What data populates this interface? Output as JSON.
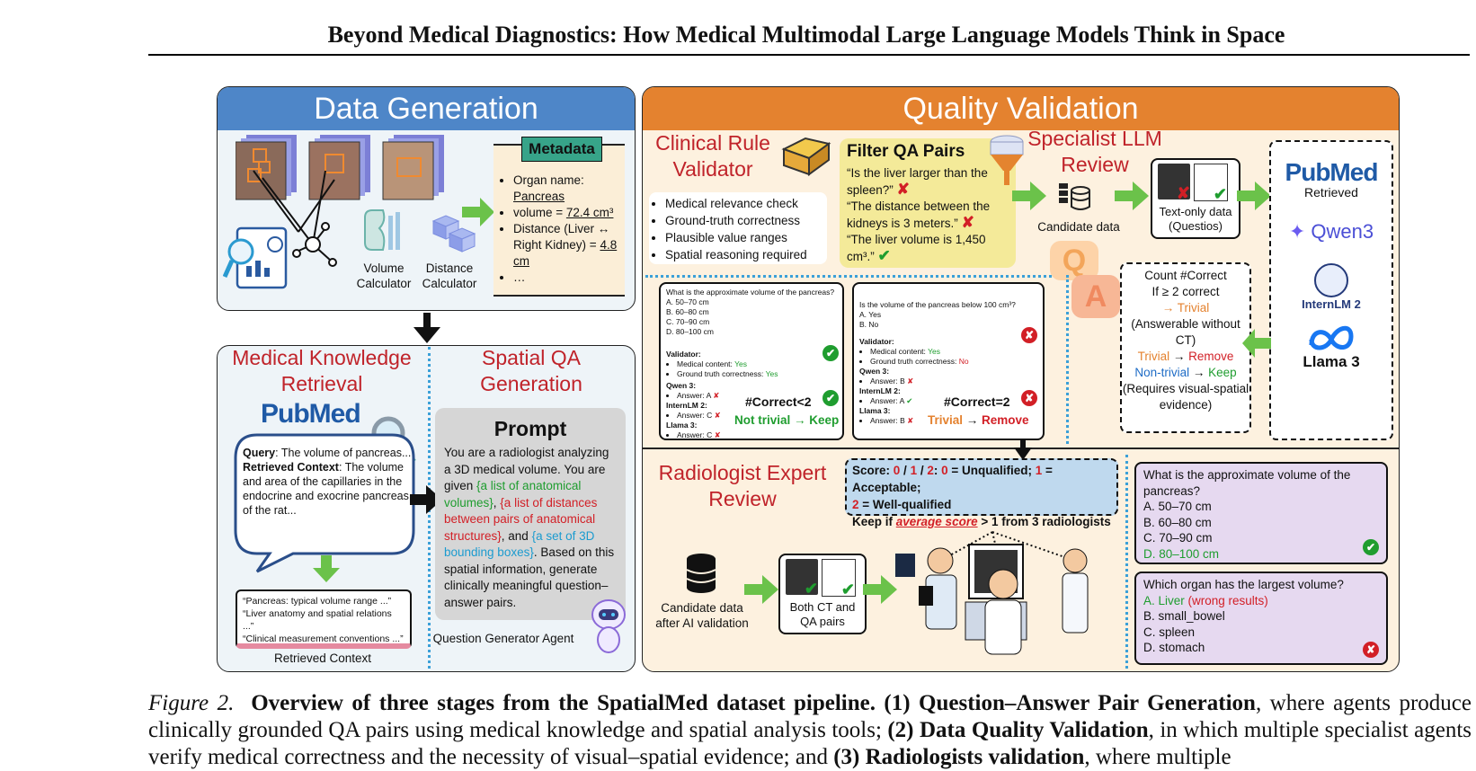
{
  "header": {
    "title": "Beyond Medical Diagnostics: How Medical Multimodal Large Language Models Think in Space"
  },
  "data_generation": {
    "title": "Data Generation",
    "metadata_tag": "Metadata",
    "metadata_items": [
      {
        "pre": "Organ name: ",
        "u": "Pancreas",
        "post": ""
      },
      {
        "pre": "volume = ",
        "u": "72.4 cm³",
        "post": ""
      },
      {
        "pre": "Distance (Liver ↔ Right Kidney) = ",
        "u": "4.8 cm",
        "post": ""
      },
      {
        "pre": "…",
        "u": "",
        "post": ""
      }
    ],
    "volume_calc_label": "Volume Calculator",
    "distance_calc_label": "Distance Calculator"
  },
  "medical_knowledge": {
    "title": "Medical Knowledge Retrieval",
    "pubmed": "PubMed",
    "query_label": "Query",
    "query_text": ": The volume of pancreas...",
    "context_label": "Retrieved Context",
    "context_text": ": The volume and area of the capillaries in the endocrine and exocrine pancreas of the rat...",
    "retrieved_lines": [
      "“Pancreas: typical volume range ...”",
      "“Liver anatomy and spatial relations ...”",
      "“Clinical measurement conventions ...”"
    ],
    "retrieved_label": "Retrieved Context"
  },
  "spatial_qa": {
    "title": "Spatial QA Generation",
    "prompt_title": "Prompt",
    "prompt_parts": {
      "p1": "You are a radiologist analyzing a 3D medical volume. You are given ",
      "g": "{a list of anatomical volumes}",
      "c1": ", ",
      "r": "{a list of distances between pairs of anatomical structures}",
      "c2": ", and ",
      "b": "{a set of 3D bounding boxes}",
      "p2": ". Based on this spatial information, generate clinically meaningful question–answer pairs."
    },
    "agent_label": "Question Generator Agent"
  },
  "quality_validation": {
    "title": "Quality Validation",
    "clinical_rule_title": "Clinical Rule Validator",
    "clinical_checks": [
      "Medical relevance check",
      "Ground-truth correctness",
      "Plausible value ranges",
      "Spatial reasoning required"
    ],
    "filter_title": "Filter QA Pairs",
    "filter_q1": "“Is the liver larger than the spleen?”",
    "filter_q2": "“The distance between the kidneys is 3 meters.”",
    "filter_q3": "“The liver volume is 1,450 cm³.”",
    "specialist_title": "Specialist LLM Review",
    "candidate_data": "Candidate data",
    "text_only_data": "Text-only data (Questios)",
    "models": [
      "PubMed",
      "Retrieved",
      "Qwen3",
      "InternLM 2",
      "Llama 3"
    ],
    "count_box": {
      "l1": "Count #Correct",
      "l2": "If ≥ 2 correct",
      "l3": "→ Trivial",
      "l4": "(Answerable without CT)",
      "l5a": "Trivial",
      "l5b": " → ",
      "l5c": "Remove",
      "l6a": "Non-trivial",
      "l6b": " → ",
      "l6c": "Keep",
      "l7": "(Requires visual-spatial evidence)"
    },
    "example1": {
      "question": "What is the approximate volume of the pancreas?",
      "options": [
        "A. 50–70 cm",
        "B. 60–80 cm",
        "C. 70–90 cm",
        "D. 80–100 cm"
      ],
      "validator": "Validator:",
      "v1a": "Medical content: ",
      "v1b": "Yes",
      "v2a": "Ground truth correctness: ",
      "v2b": "Yes",
      "m1": "Qwen 3:",
      "m1a": "Answer: A",
      "m2": "InternLM 2:",
      "m2a": "Answer: C",
      "m3": "Llama 3:",
      "m3a": "Answer: C",
      "count": "#Correct<2",
      "verdict": "Not trivial → Keep"
    },
    "example2": {
      "question": "Is the volume of the pancreas below 100 cm³?",
      "options": [
        "A. Yes",
        "B. No"
      ],
      "validator": "Validator:",
      "v1a": "Medical content: ",
      "v1b": "Yes",
      "v2a": "Ground truth correctness: ",
      "v2b": "No",
      "m1": "Qwen 3:",
      "m1a": "Answer: B",
      "m2": "InternLM 2:",
      "m2a": "Answer: A",
      "m3": "Llama 3:",
      "m3a": "Answer: B",
      "count": "#Correct=2",
      "verdict_a": "Trivial",
      "verdict_b": " → ",
      "verdict_c": "Remove"
    }
  },
  "radiologist": {
    "title": "Radiologist Expert Review",
    "score_line1_a": "Score: ",
    "score_line1_b": "0",
    "score_line1_c": " / ",
    "score_line1_d": "1",
    "score_line1_e": " / ",
    "score_line1_f": "2",
    "score_line1_g": ": ",
    "score_line1_h": "0",
    "score_line1_i": " = Unqualified; ",
    "score_line1_j": "1",
    "score_line1_k": " = Acceptable;",
    "score_line2_a": "2",
    "score_line2_b": " = Well-qualified",
    "score_line3_a": "Keep if ",
    "score_line3_b": "average score",
    "score_line3_c": " > 1 from 3 radiologists",
    "candidate_after": "Candidate data after AI validation",
    "both_ct": "Both CT and QA pairs",
    "q1": "What is the approximate volume of the pancreas?",
    "q1_opts": [
      "A. 50–70 cm",
      "B. 60–80 cm",
      "C. 70–90 cm",
      "D. 80–100 cm"
    ],
    "q2": "Which organ has the largest volume?",
    "q2_opt_a": "A. Liver",
    "q2_opt_a_note": " (wrong results)",
    "q2_opts": [
      "B. small_bowel",
      "C. spleen",
      "D. stomach"
    ]
  },
  "caption": {
    "fig": "Figure 2.",
    "bold1": "Overview of three stages from the SpatialMed dataset pipeline.",
    "b2": "(1) Question–Answer Pair Generation",
    "t2": ", where agents produce clinically grounded QA pairs using medical knowledge and spatial analysis tools; ",
    "b3": "(2) Data Quality Validation",
    "t3": ", in which multiple specialist agents verify medical correctness and the necessity of visual–spatial evidence; and ",
    "b4": "(3) Radiologists validation",
    "t4": ", where multiple"
  },
  "colors": {
    "data_gen_header": "#4e86c8",
    "quality_header": "#e4822f",
    "check_green": "#1f9d2f",
    "cross_red": "#d21f26"
  }
}
